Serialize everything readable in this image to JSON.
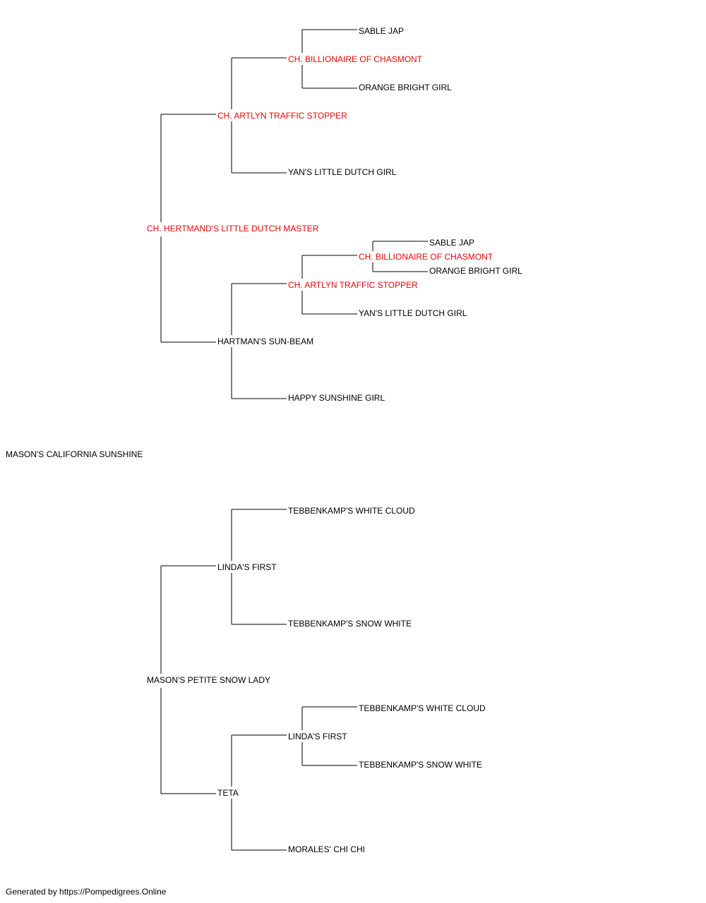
{
  "colors": {
    "champion": "#ff0000",
    "normal": "#000000",
    "line": "#000000"
  },
  "pedigree": {
    "subject": {
      "name": "MASON'S CALIFORNIA SUNSHINE"
    },
    "sire": {
      "name": "CH. HERTMAND'S LITTLE DUTCH MASTER",
      "champion": true
    },
    "sire_sire": {
      "name": "CH. ARTLYN TRAFFIC STOPPER",
      "champion": true
    },
    "sire_sire_sire": {
      "name": "CH. BILLIONAIRE OF CHASMONT",
      "champion": true
    },
    "sire_sire_sire_sire": {
      "name": "SABLE JAP"
    },
    "sire_sire_sire_dam": {
      "name": "ORANGE BRIGHT GIRL"
    },
    "sire_sire_dam": {
      "name": "YAN'S LITTLE DUTCH GIRL"
    },
    "sire_dam": {
      "name": "HARTMAN'S SUN-BEAM"
    },
    "sire_dam_sire": {
      "name": "CH. ARTLYN TRAFFIC STOPPER",
      "champion": true
    },
    "sire_dam_sire_sire": {
      "name": "CH. BILLIONAIRE OF CHASMONT",
      "champion": true
    },
    "sire_dam_sire_sire_sire": {
      "name": "SABLE JAP"
    },
    "sire_dam_sire_sire_dam": {
      "name": "ORANGE BRIGHT GIRL"
    },
    "sire_dam_sire_dam": {
      "name": "YAN'S LITTLE DUTCH GIRL"
    },
    "sire_dam_dam": {
      "name": "HAPPY SUNSHINE GIRL"
    },
    "dam": {
      "name": "MASON'S PETITE SNOW LADY"
    },
    "dam_sire": {
      "name": "LINDA'S FIRST"
    },
    "dam_sire_sire": {
      "name": "TEBBENKAMP'S WHITE CLOUD"
    },
    "dam_sire_dam": {
      "name": "TEBBENKAMP'S SNOW WHITE"
    },
    "dam_dam": {
      "name": "TETA"
    },
    "dam_dam_sire": {
      "name": "LINDA'S FIRST"
    },
    "dam_dam_sire_sire": {
      "name": "TEBBENKAMP'S WHITE CLOUD"
    },
    "dam_dam_sire_dam": {
      "name": "TEBBENKAMP'S SNOW WHITE"
    },
    "dam_dam_dam": {
      "name": "MORALES' CHI CHI"
    }
  },
  "footer": "Generated by https://Pompedigrees.Online"
}
